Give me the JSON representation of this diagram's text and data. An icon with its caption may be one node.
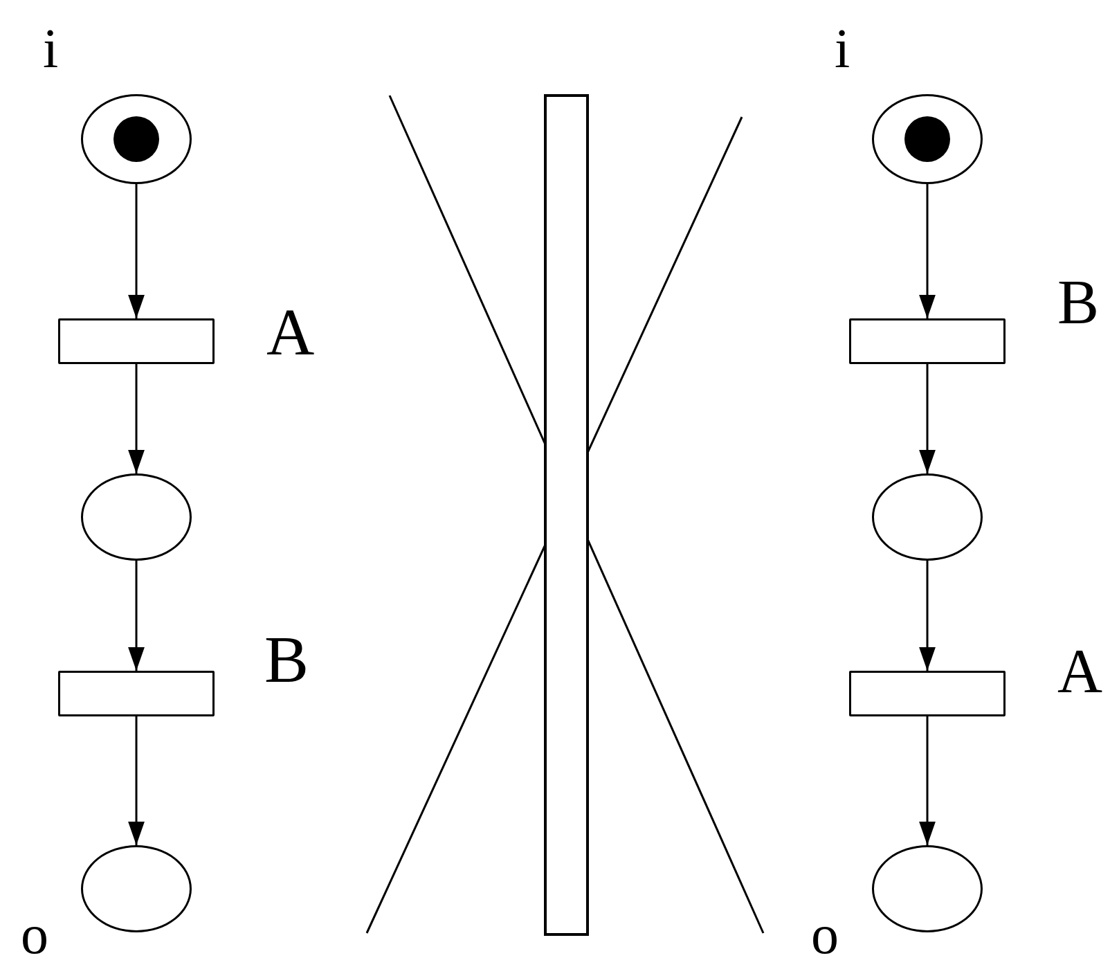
{
  "diagram": {
    "nodes": [
      {
        "text": [],
        "shape": "circle",
        "beside": [
          "i"
        ]
      },
      {
        "text": [],
        "shape": "box",
        "beside": [
          "A"
        ]
      },
      {
        "text": [],
        "shape": "circle"
      },
      {
        "text": [],
        "shape": "box",
        "beside": [
          "B"
        ]
      },
      {
        "text": [],
        "shape": "circle",
        "beside": [
          "o"
        ]
      },
      {
        "text": [],
        "shape": "circle",
        "beside": [
          "i"
        ]
      },
      {
        "text": [],
        "shape": "box",
        "beside": [
          "B"
        ]
      },
      {
        "text": [],
        "shape": "circle"
      },
      {
        "text": [],
        "shape": "box",
        "beside": [
          "A"
        ]
      },
      {
        "text": [],
        "shape": "circle",
        "beside": [
          "o"
        ]
      }
    ],
    "edges": [
      {
        "from": 0,
        "to": 1,
        "arrow": "to"
      },
      {
        "from": 1,
        "to": 2,
        "arrow": "to"
      },
      {
        "from": 2,
        "to": 3,
        "arrow": "to"
      },
      {
        "from": 3,
        "to": 4,
        "arrow": "to"
      },
      {
        "from": 5,
        "to": 6,
        "arrow": "to"
      },
      {
        "from": 6,
        "to": 7,
        "arrow": "to"
      },
      {
        "from": 7,
        "to": 8,
        "arrow": "to"
      },
      {
        "from": 8,
        "to": 9,
        "arrow": "to"
      }
    ]
  }
}
